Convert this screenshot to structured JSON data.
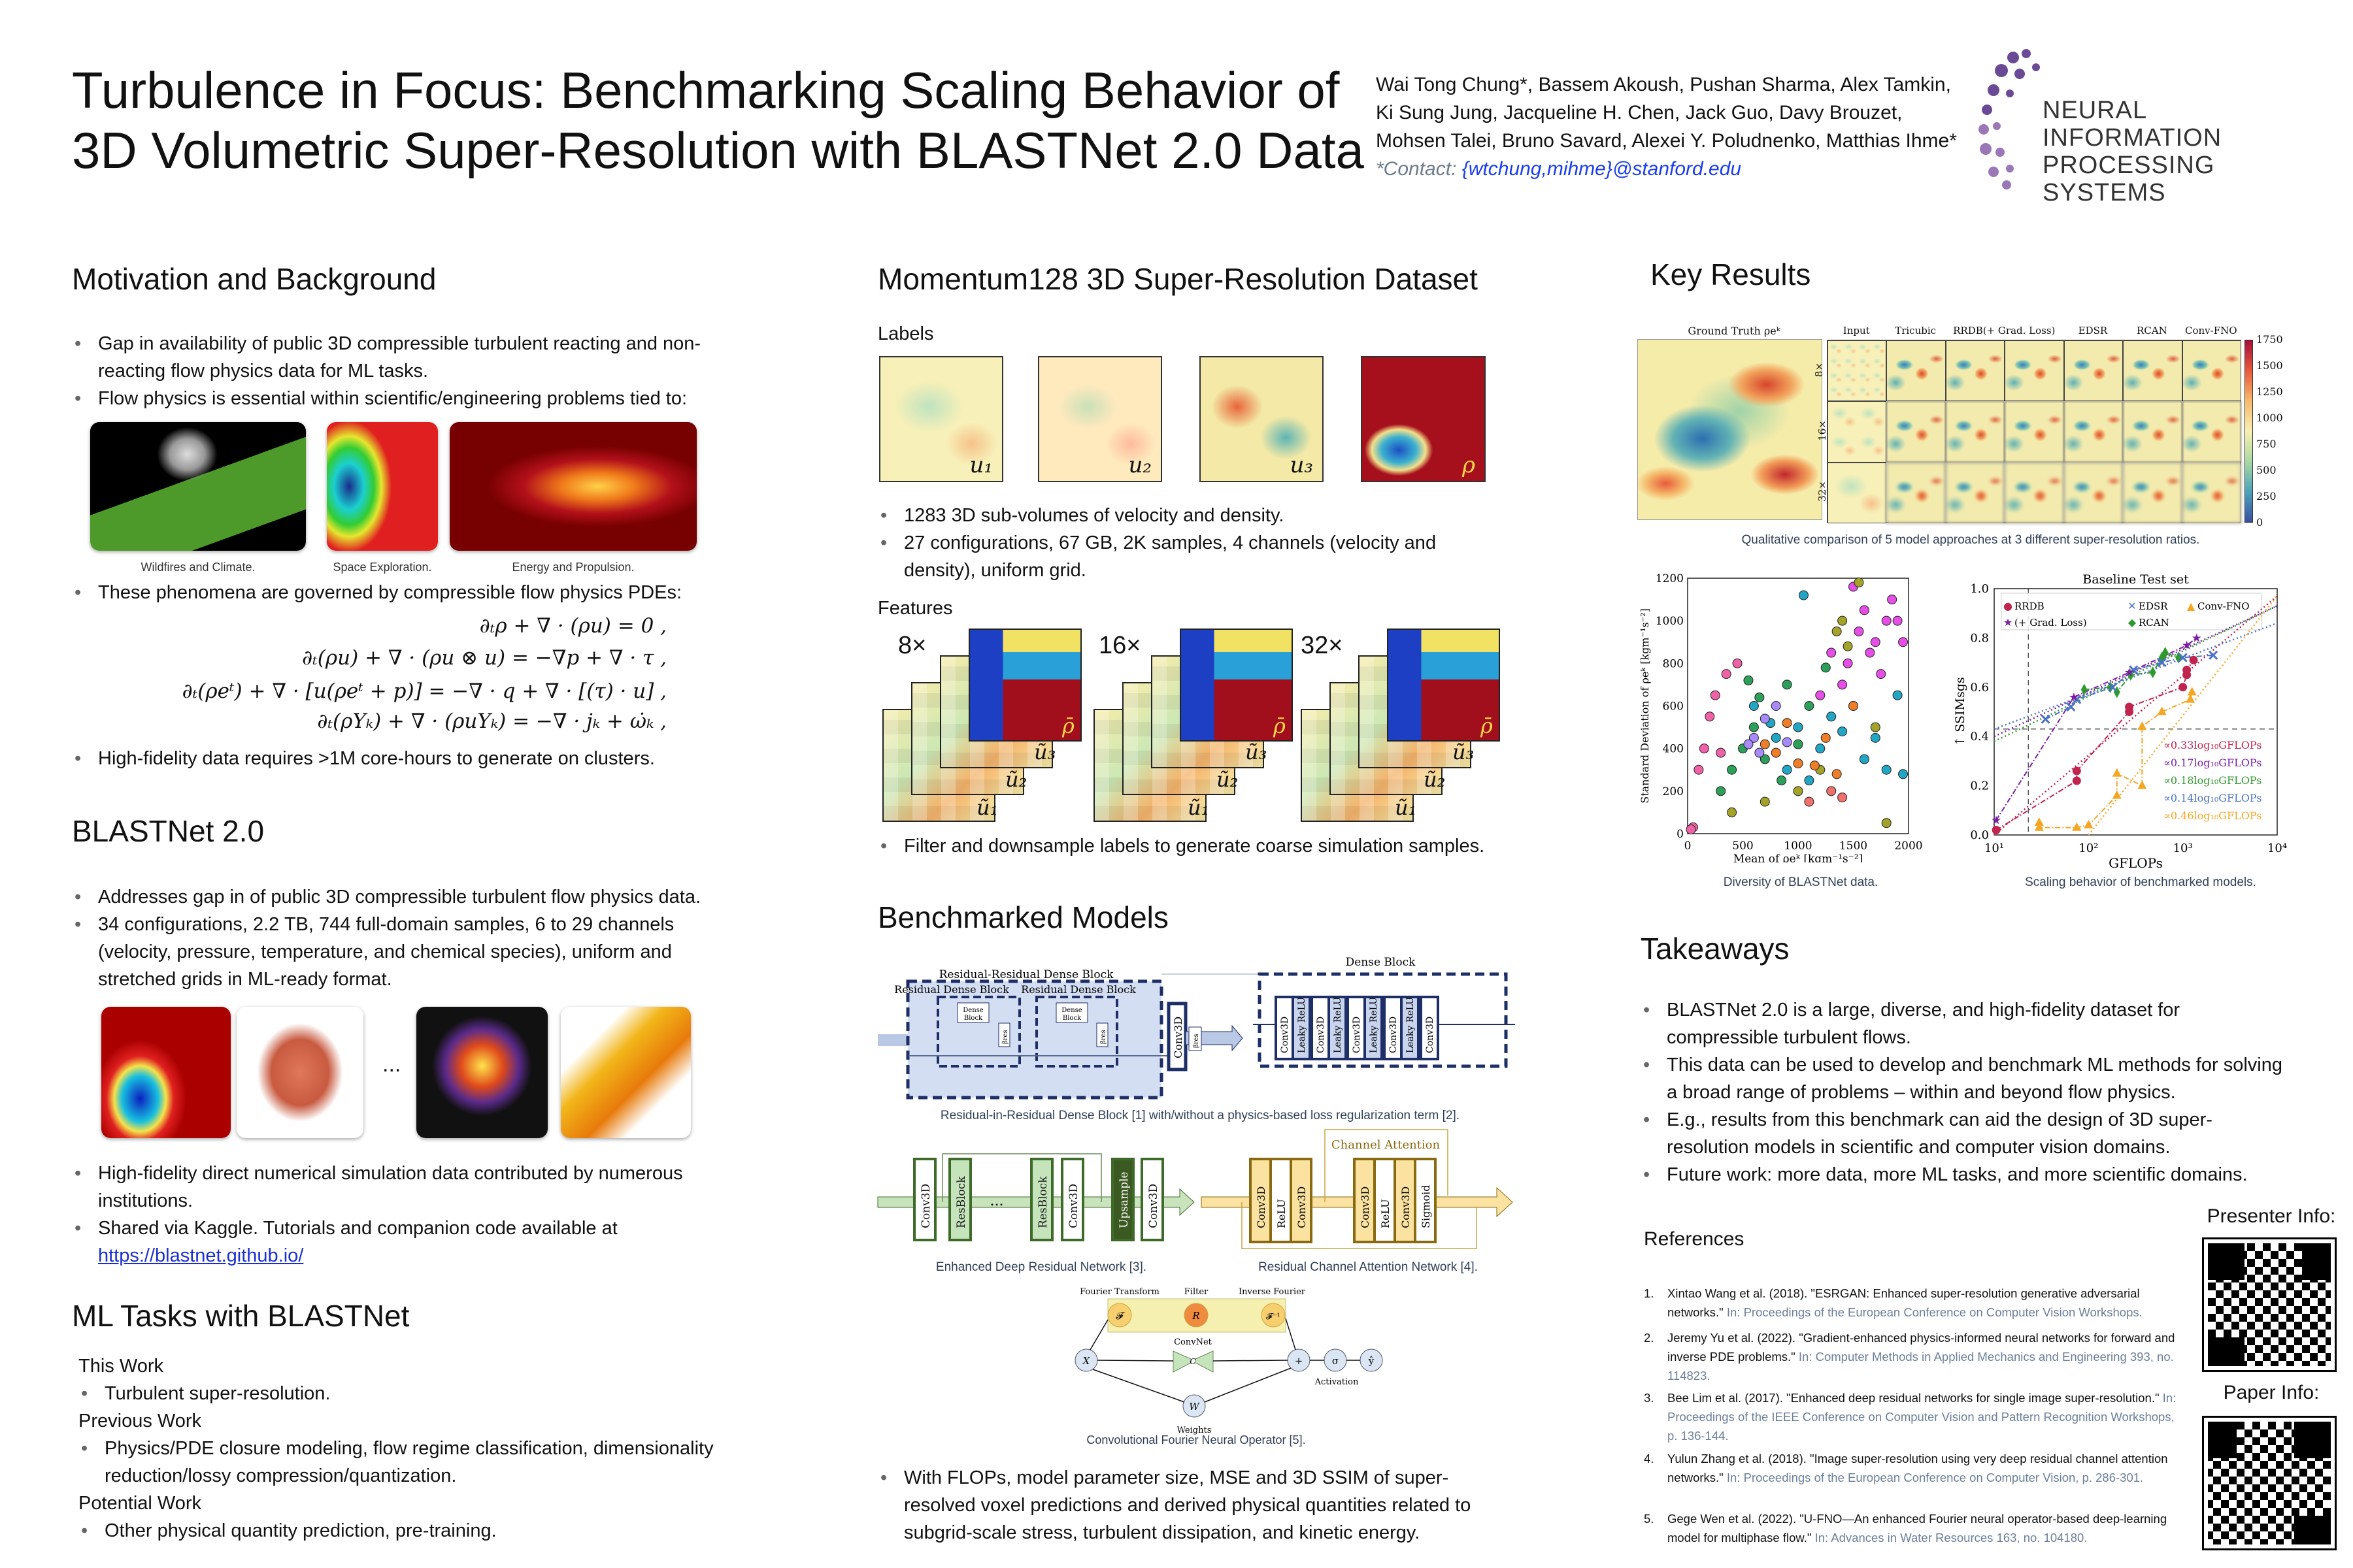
{
  "header": {
    "title_line1": "Turbulence in Focus: Benchmarking Scaling Behavior of",
    "title_line2": "3D Volumetric Super-Resolution with BLASTNet 2.0 Data",
    "authors": [
      "Wai Tong Chung*, Bassem Akoush, Pushan Sharma, Alex Tamkin,",
      "Ki Sung Jung, Jacqueline H. Chen, Jack Guo, Davy Brouzet,",
      "Mohsen Talei, Bruno Savard, Alexei Y. Poludnenko, Matthias Ihme*"
    ],
    "contact_label": "*Contact: ",
    "contact_email": "{wtchung,mihme}@stanford.edu",
    "logo_line1": "NEURAL INFORMATION",
    "logo_line2": "PROCESSING SYSTEMS"
  },
  "motivation": {
    "heading": "Motivation and Background",
    "bullets": [
      "Gap in availability of public 3D compressible turbulent reacting and non-reacting flow physics data for ML tasks.",
      "Flow physics is essential within scientific/engineering problems tied to:"
    ],
    "captions": [
      "Wildfires and Climate.",
      "Space Exploration.",
      "Energy and Propulsion."
    ],
    "bullet3": "These phenomena are governed by compressible flow physics PDEs:",
    "equations": [
      "∂ₜρ + ∇ · (ρu) = 0 ,",
      "∂ₜ(ρu) + ∇ · (ρu ⊗ u) = −∇p + ∇ · τ ,",
      "∂ₜ(ρeᵗ) + ∇ · [u(ρeᵗ + p)] = −∇ · q + ∇ · [(τ) · u] ,",
      "∂ₜ(ρYₖ) + ∇ · (ρuYₖ) = −∇ · jₖ + ω̇ₖ ,"
    ],
    "bullet4": "High-fidelity data requires >1M core-hours to generate on clusters."
  },
  "blastnet": {
    "heading": "BLASTNet 2.0",
    "bullets": [
      "Addresses gap in of public 3D compressible turbulent flow physics data.",
      "34 configurations, 2.2 TB, 744 full-domain samples, 6 to 29 channels (velocity, pressure, temperature, and chemical species), uniform and stretched grids in ML-ready format."
    ],
    "ellipsis": "...",
    "bullets2": [
      "High-fidelity direct numerical simulation data contributed by numerous institutions.",
      "Shared via Kaggle. Tutorials and companion code available at"
    ],
    "link": "https://blastnet.github.io/"
  },
  "ml_tasks": {
    "heading": "ML Tasks with BLASTNet",
    "this_work": "This Work",
    "this_work_item": "Turbulent super-resolution.",
    "previous_work": "Previous Work",
    "previous_work_item": "Physics/PDE closure modeling, flow regime classification, dimensionality reduction/lossy compression/quantization.",
    "potential_work": "Potential Work",
    "potential_work_item": "Other physical quantity prediction, pre-training."
  },
  "dataset": {
    "heading": "Momentum128 3D Super-Resolution Dataset",
    "labels_heading": "Labels",
    "label_names": [
      "u₁",
      "u₂",
      "u₃",
      "ρ"
    ],
    "bullets": [
      "1283 3D sub-volumes of velocity and density.",
      "27 configurations, 67 GB, 2K samples, 4 channels (velocity and density), uniform grid."
    ],
    "features_heading": "Features",
    "ratios": [
      "8×",
      "16×",
      "32×"
    ],
    "feature_names": [
      "ρ̄",
      "ũ₃",
      "ũ₂",
      "ũ₁"
    ],
    "bullet3": "Filter and downsample labels to generate coarse simulation samples."
  },
  "models": {
    "heading": "Benchmarked Models",
    "rrdb_title": "Residual-Residual Dense Block",
    "rdb_label": "Residual Dense Block",
    "dense_block_small": [
      "Dense",
      "Block"
    ],
    "beta": "βres",
    "dense_block_title": "Dense Block",
    "conv3d": "Conv3D",
    "leaky": "Leaky ReLU",
    "relu": "ReLU",
    "resblock": "ResBlock",
    "upsample": "Upsample",
    "sigmoid": "Sigmoid",
    "dots": "...",
    "channel_attention": "Channel Attention",
    "rrdb_caption": "Residual-in-Residual Dense Block [1] with/without a physics-based loss regularization term [2].",
    "edsr_caption": "Enhanced Deep Residual Network [3].",
    "rcan_caption": "Residual Channel Attention Network [4].",
    "fno": {
      "fourier": "Fourier Transform",
      "filter": "Filter",
      "inverse": "Inverse Fourier",
      "F": "𝓕",
      "R": "R",
      "Finv": "𝓕⁻¹",
      "convnet": "ConvNet",
      "C": "C",
      "X": "X",
      "plus": "+",
      "sigma": "σ",
      "yhat": "ŷ",
      "W": "W",
      "weights": "Weights",
      "activation": "Activation"
    },
    "fno_caption": "Convolutional Fourier Neural Operator [5].",
    "bullets": [
      "With FLOPs, model parameter size, MSE and 3D SSIM of super-resolved voxel predictions and derived physical quantities related to subgrid-scale stress, turbulent dissipation, and kinetic energy."
    ]
  },
  "results": {
    "heading": "Key Results",
    "gt_label": "Ground Truth ρeᵏ",
    "columns": [
      "Input",
      "Tricubic",
      "RRDB(+ Grad. Loss)",
      "EDSR",
      "RCAN",
      "Conv-FNO"
    ],
    "rows": [
      "8×",
      "16×",
      "32×"
    ],
    "colorbar_ticks": [
      "1750",
      "1500",
      "1250",
      "1000",
      "750",
      "500",
      "250",
      "0"
    ],
    "qual_caption": "Qualitative comparison of 5 model approaches at 3 different super-resolution ratios.",
    "scatter_caption": "Diversity of BLASTNet data.",
    "line_caption": "Scaling behavior of benchmarked models."
  },
  "chart_data": [
    {
      "type": "scatter",
      "title": "",
      "xlabel": "Mean of ρeᵏ [kgm⁻¹s⁻²]",
      "ylabel": "Standard Deviation of ρeᵏ [kgm⁻¹s⁻²]",
      "xlim": [
        0,
        2000
      ],
      "ylim": [
        0,
        1200
      ],
      "xticks": [
        0,
        500,
        1000,
        1500,
        2000
      ],
      "yticks": [
        0,
        200,
        400,
        600,
        800,
        1000,
        1200
      ],
      "series": [
        {
          "color": "#e64fe6",
          "points": [
            [
              1600,
              1050
            ],
            [
              1700,
              900
            ],
            [
              1850,
              1100
            ],
            [
              1450,
              800
            ],
            [
              1550,
              950
            ],
            [
              1300,
              850
            ],
            [
              1750,
              750
            ],
            [
              1900,
              1000
            ],
            [
              1400,
              700
            ],
            [
              1650,
              850
            ],
            [
              1200,
              650
            ],
            [
              1950,
              900
            ],
            [
              1500,
              1160
            ],
            [
              1800,
              1000
            ]
          ]
        },
        {
          "color": "#22a6c4",
          "points": [
            [
              1000,
              500
            ],
            [
              1200,
              400
            ],
            [
              1500,
              600
            ],
            [
              900,
              300
            ],
            [
              1700,
              450
            ],
            [
              1800,
              300
            ],
            [
              1300,
              550
            ],
            [
              1100,
              250
            ],
            [
              1900,
              650
            ],
            [
              600,
              600
            ],
            [
              1050,
              1120
            ],
            [
              1400,
              480
            ],
            [
              1600,
              350
            ],
            [
              800,
              450
            ],
            [
              1950,
              280
            ],
            [
              750,
              520
            ]
          ]
        },
        {
          "color": "#a3a32a",
          "points": [
            [
              1350,
              950
            ],
            [
              1400,
              1000
            ],
            [
              1550,
              1180
            ],
            [
              1700,
              500
            ],
            [
              1000,
              200
            ],
            [
              700,
              150
            ],
            [
              400,
              100
            ],
            [
              1450,
              880
            ],
            [
              1800,
              50
            ],
            [
              1200,
              300
            ]
          ]
        },
        {
          "color": "#2ca05a",
          "points": [
            [
              600,
              500
            ],
            [
              900,
              700
            ],
            [
              500,
              400
            ],
            [
              1000,
              420
            ],
            [
              700,
              350
            ],
            [
              400,
              300
            ],
            [
              1100,
              600
            ],
            [
              550,
              720
            ],
            [
              850,
              250
            ],
            [
              300,
              200
            ],
            [
              1250,
              780
            ],
            [
              650,
              640
            ]
          ]
        },
        {
          "color": "#ef7e29",
          "points": [
            [
              900,
              520
            ],
            [
              1000,
              330
            ],
            [
              800,
              380
            ],
            [
              1150,
              320
            ],
            [
              1250,
              450
            ],
            [
              700,
              420
            ],
            [
              1500,
              600
            ],
            [
              1350,
              280
            ]
          ]
        },
        {
          "color": "#a78bfa",
          "points": [
            [
              600,
              450
            ],
            [
              650,
              380
            ],
            [
              700,
              540
            ],
            [
              550,
              420
            ],
            [
              800,
              600
            ],
            [
              900,
              430
            ]
          ]
        },
        {
          "color": "#f062a8",
          "points": [
            [
              250,
              650
            ],
            [
              200,
              550
            ],
            [
              350,
              750
            ],
            [
              150,
              400
            ],
            [
              100,
              300
            ],
            [
              450,
              800
            ],
            [
              300,
              380
            ],
            [
              50,
              30
            ],
            [
              30,
              20
            ]
          ]
        },
        {
          "color": "#f0706a",
          "points": [
            [
              1100,
              150
            ],
            [
              1300,
              200
            ],
            [
              1400,
              170
            ]
          ]
        }
      ]
    },
    {
      "type": "line",
      "title": "Baseline Test set",
      "xlabel": "GFLOPs",
      "ylabel": "↑ SSIMsgs",
      "xscale": "log",
      "xlim": [
        10,
        10000
      ],
      "ylim": [
        0,
        1
      ],
      "xticks": [
        "10¹",
        "10²",
        "10³",
        "10⁴"
      ],
      "yticks": [
        "0.0",
        "0.2",
        "0.4",
        "0.6",
        "0.8",
        "1.0"
      ],
      "threshold_y": 0.43,
      "threshold_x": 23,
      "series": [
        {
          "name": "RRDB",
          "color": "#c0244f",
          "marker": "circle",
          "points": [
            [
              10.5,
              0.02
            ],
            [
              75,
              0.22
            ],
            [
              75,
              0.26
            ],
            [
              270,
              0.5
            ],
            [
              270,
              0.52
            ],
            [
              1000,
              0.6
            ],
            [
              1100,
              0.65
            ],
            [
              1100,
              0.67
            ],
            [
              1300,
              0.71
            ]
          ],
          "fit": [
            [
              10,
              0
            ],
            [
              10000,
              0.97
            ]
          ],
          "fit_label": "∝0.33log₁₀GFLOPs"
        },
        {
          "name": "(+ Grad. Loss)",
          "color": "#7b1fa2",
          "marker": "star",
          "points": [
            [
              10.5,
              0.06
            ],
            [
              70,
              0.56
            ],
            [
              270,
              0.66
            ],
            [
              1100,
              0.77
            ],
            [
              1400,
              0.8
            ]
          ],
          "fit": [
            [
              10,
              0.4
            ],
            [
              10000,
              0.93
            ]
          ],
          "fit_label": "∝0.17log₁₀GFLOPs"
        },
        {
          "name": "RCAN",
          "color": "#2e9a2e",
          "marker": "diamond",
          "points": [
            [
              90,
              0.59
            ],
            [
              170,
              0.6
            ],
            [
              200,
              0.58
            ],
            [
              280,
              0.65
            ],
            [
              480,
              0.66
            ],
            [
              600,
              0.72
            ],
            [
              650,
              0.74
            ],
            [
              900,
              0.72
            ]
          ],
          "fit": [
            [
              10,
              0.38
            ],
            [
              10000,
              0.93
            ]
          ],
          "fit_label": "∝0.18log₁₀GFLOPs"
        },
        {
          "name": "EDSR",
          "color": "#4a72c4",
          "marker": "x",
          "points": [
            [
              35,
              0.47
            ],
            [
              65,
              0.52
            ],
            [
              75,
              0.55
            ],
            [
              180,
              0.6
            ],
            [
              300,
              0.67
            ],
            [
              600,
              0.7
            ],
            [
              1000,
              0.72
            ],
            [
              2100,
              0.73
            ]
          ],
          "fit": [
            [
              10,
              0.43
            ],
            [
              10000,
              0.86
            ]
          ],
          "fit_label": "∝0.14log₁₀GFLOPs"
        },
        {
          "name": "Conv-FNO",
          "color": "#f5a623",
          "marker": "triangle",
          "points": [
            [
              30,
              0.05
            ],
            [
              30,
              0.03
            ],
            [
              75,
              0.03
            ],
            [
              100,
              0.04
            ],
            [
              200,
              0.16
            ],
            [
              200,
              0.25
            ],
            [
              370,
              0.2
            ],
            [
              370,
              0.44
            ],
            [
              600,
              0.5
            ],
            [
              1200,
              0.55
            ],
            [
              1250,
              0.58
            ]
          ],
          "fit": [
            [
              100,
              0
            ],
            [
              10000,
              0.97
            ]
          ],
          "fit_label": "∝0.46log₁₀GFLOPs"
        }
      ]
    }
  ],
  "takeaways": {
    "heading": "Takeaways",
    "bullets": [
      "BLASTNet 2.0 is a large, diverse, and high-fidelity dataset for compressible turbulent flows.",
      "This data can be used to develop and benchmark ML methods for solving a broad range of problems – within and beyond flow physics.",
      "E.g., results from this benchmark can aid the design of 3D super-resolution models in scientific and computer vision domains.",
      "Future work: more data, more ML tasks, and more scientific domains."
    ]
  },
  "references": {
    "heading": "References",
    "items": [
      {
        "n": "1.",
        "text": "Xintao Wang et al. (2018). \"ESRGAN: Enhanced super-resolution generative adversarial networks.\" ",
        "venue": "In: Proceedings of the European Conference on Computer Vision Workshops."
      },
      {
        "n": "2.",
        "text": "Jeremy Yu et al. (2022). \"Gradient-enhanced physics-informed neural networks for forward and inverse PDE problems.\" ",
        "venue": "In: Computer Methods in Applied Mechanics and Engineering 393, no. 114823."
      },
      {
        "n": "3.",
        "text": "Bee Lim et al. (2017). \"Enhanced deep residual networks for single image super-resolution.\" ",
        "venue": "In: Proceedings of the IEEE Conference on Computer Vision and Pattern Recognition Workshops, p. 136-144."
      },
      {
        "n": "4.",
        "text": "Yulun Zhang et al. (2018). \"Image super-resolution using very deep residual channel attention networks.\" ",
        "venue": "In: Proceedings of the European Conference on Computer Vision, p. 286-301."
      },
      {
        "n": "5.",
        "text": "Gege Wen et al. (2022). \"U-FNO—An enhanced Fourier neural operator-based deep-learning model for multiphase flow.\" ",
        "venue": "In: Advances in Water Resources 163, no. 104180."
      }
    ]
  },
  "qr": {
    "presenter": "Presenter Info:",
    "paper": "Paper Info:"
  }
}
